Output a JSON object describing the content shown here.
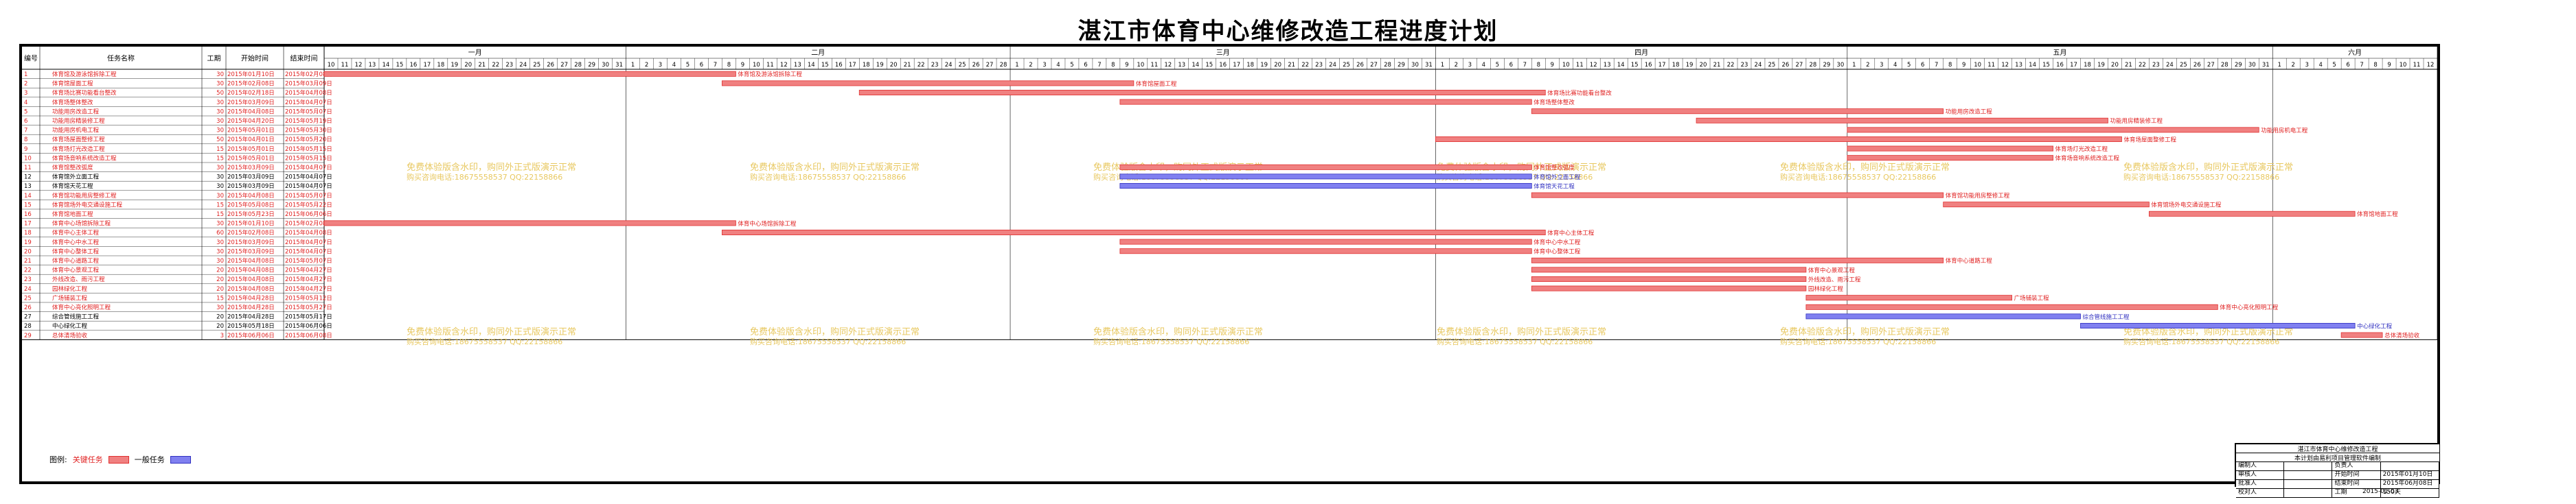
{
  "page_title": "湛江市体育中心维修改造工程进度计划",
  "table_headers": {
    "id": "编号",
    "name": "任务名称",
    "duration": "工期",
    "start": "开始时间",
    "end": "结束时间"
  },
  "watermark": {
    "line1": "免费体验版含水印，购同外正式版演示正常",
    "line2": "购买咨询电话:18675558537 QQ:22158866"
  },
  "legend": {
    "label": "图例:",
    "critical": "关键任务",
    "normal": "一般任务"
  },
  "title_block": {
    "project": "湛江市体育中心维修改造工程",
    "subtitle": "本计划由易利项目管理软件编制",
    "rows": [
      [
        "编制人",
        "",
        "负责人",
        ""
      ],
      [
        "审核人",
        "",
        "开始时间",
        "2015年01月10日"
      ],
      [
        "批准人",
        "",
        "结束时间",
        "2015年06月08日"
      ],
      [
        "校对人",
        "",
        "工期",
        "150天"
      ]
    ],
    "date": "2015-01-03"
  },
  "colors": {
    "critical_fill": "#f08080",
    "critical_stroke": "#e03030",
    "normal_fill": "#8080f0",
    "normal_stroke": "#3030c0",
    "watermark": "#e8c860",
    "task_text_critical": "#e02020",
    "task_text_normal": "#000000"
  },
  "chart_data": {
    "type": "gantt",
    "months": [
      {
        "label": "一月",
        "days": [
          10,
          11,
          12,
          13,
          14,
          15,
          16,
          17,
          18,
          19,
          20,
          21,
          22,
          23,
          24,
          25,
          26,
          27,
          28,
          29,
          30,
          31
        ]
      },
      {
        "label": "二月",
        "days": [
          1,
          2,
          3,
          4,
          5,
          6,
          7,
          8,
          9,
          10,
          11,
          12,
          13,
          14,
          15,
          16,
          17,
          18,
          19,
          20,
          21,
          22,
          23,
          24,
          25,
          26,
          27,
          28
        ]
      },
      {
        "label": "三月",
        "days": [
          1,
          2,
          3,
          4,
          5,
          6,
          7,
          8,
          9,
          10,
          11,
          12,
          13,
          14,
          15,
          16,
          17,
          18,
          19,
          20,
          21,
          22,
          23,
          24,
          25,
          26,
          27,
          28,
          29,
          30,
          31
        ]
      },
      {
        "label": "四月",
        "days": [
          1,
          2,
          3,
          4,
          5,
          6,
          7,
          8,
          9,
          10,
          11,
          12,
          13,
          14,
          15,
          16,
          17,
          18,
          19,
          20,
          21,
          22,
          23,
          24,
          25,
          26,
          27,
          28,
          29,
          30
        ]
      },
      {
        "label": "五月",
        "days": [
          1,
          2,
          3,
          4,
          5,
          6,
          7,
          8,
          9,
          10,
          11,
          12,
          13,
          14,
          15,
          16,
          17,
          18,
          19,
          20,
          21,
          22,
          23,
          24,
          25,
          26,
          27,
          28,
          29,
          30,
          31
        ]
      },
      {
        "label": "六月",
        "days": [
          1,
          2,
          3,
          4,
          5,
          6,
          7,
          8,
          9,
          10,
          11,
          12
        ]
      }
    ],
    "tasks": [
      {
        "id": "1",
        "name": "体育馆及游泳馆拆除工程",
        "duration": 30,
        "start": "2015年01月10日",
        "end": "2015年02月08日",
        "critical": true
      },
      {
        "id": "2",
        "name": "体育馆屋面工程",
        "duration": 30,
        "start": "2015年02月08日",
        "end": "2015年03月09日",
        "critical": true
      },
      {
        "id": "3",
        "name": "体育场比赛功能看台整改",
        "duration": 50,
        "start": "2015年02月18日",
        "end": "2015年04月08日",
        "critical": true
      },
      {
        "id": "4",
        "name": "体育场整体整改",
        "duration": 30,
        "start": "2015年03月09日",
        "end": "2015年04月07日",
        "critical": true
      },
      {
        "id": "5",
        "name": "功能用房改造工程",
        "duration": 30,
        "start": "2015年04月08日",
        "end": "2015年05月07日",
        "critical": true
      },
      {
        "id": "6",
        "name": "功能用房精装修工程",
        "duration": 30,
        "start": "2015年04月20日",
        "end": "2015年05月19日",
        "critical": true
      },
      {
        "id": "7",
        "name": "功能用房机电工程",
        "duration": 30,
        "start": "2015年05月01日",
        "end": "2015年05月30日",
        "critical": true
      },
      {
        "id": "8",
        "name": "体育场屋面整修工程",
        "duration": 50,
        "start": "2015年04月01日",
        "end": "2015年05月20日",
        "critical": true
      },
      {
        "id": "9",
        "name": "体育场灯光改造工程",
        "duration": 15,
        "start": "2015年05月01日",
        "end": "2015年05月15日",
        "critical": true
      },
      {
        "id": "10",
        "name": "体育场音响系统改造工程",
        "duration": 15,
        "start": "2015年05月01日",
        "end": "2015年05月15日",
        "critical": true
      },
      {
        "id": "11",
        "name": "体育馆整改弧度",
        "duration": 30,
        "start": "2015年03月09日",
        "end": "2015年04月07日",
        "critical": true
      },
      {
        "id": "12",
        "name": "体育馆外立面工程",
        "duration": 30,
        "start": "2015年03月09日",
        "end": "2015年04月07日",
        "critical": false
      },
      {
        "id": "13",
        "name": "体育馆天花工程",
        "duration": 30,
        "start": "2015年03月09日",
        "end": "2015年04月07日",
        "critical": false
      },
      {
        "id": "14",
        "name": "体育馆功能用房整修工程",
        "duration": 30,
        "start": "2015年04月08日",
        "end": "2015年05月07日",
        "critical": true
      },
      {
        "id": "15",
        "name": "体育馆场外电交通设施工程",
        "duration": 15,
        "start": "2015年05月08日",
        "end": "2015年05月22日",
        "critical": true
      },
      {
        "id": "16",
        "name": "体育馆地面工程",
        "duration": 15,
        "start": "2015年05月23日",
        "end": "2015年06月06日",
        "critical": true
      },
      {
        "id": "17",
        "name": "体育中心场馆拆除工程",
        "duration": 30,
        "start": "2015年01月10日",
        "end": "2015年02月08日",
        "critical": true
      },
      {
        "id": "18",
        "name": "体育中心主体工程",
        "duration": 60,
        "start": "2015年02月08日",
        "end": "2015年04月08日",
        "critical": true
      },
      {
        "id": "19",
        "name": "体育中心中水工程",
        "duration": 30,
        "start": "2015年03月09日",
        "end": "2015年04月07日",
        "critical": true
      },
      {
        "id": "20",
        "name": "体育中心整体工程",
        "duration": 30,
        "start": "2015年03月09日",
        "end": "2015年04月07日",
        "critical": true
      },
      {
        "id": "21",
        "name": "体育中心道路工程",
        "duration": 30,
        "start": "2015年04月08日",
        "end": "2015年05月07日",
        "critical": true
      },
      {
        "id": "22",
        "name": "体育中心景观工程",
        "duration": 20,
        "start": "2015年04月08日",
        "end": "2015年04月27日",
        "critical": true
      },
      {
        "id": "23",
        "name": "外线改造、雨污工程",
        "duration": 20,
        "start": "2015年04月08日",
        "end": "2015年04月27日",
        "critical": true
      },
      {
        "id": "24",
        "name": "园林绿化工程",
        "duration": 20,
        "start": "2015年04月08日",
        "end": "2015年04月27日",
        "critical": true
      },
      {
        "id": "25",
        "name": "广场铺装工程",
        "duration": 15,
        "start": "2015年04月28日",
        "end": "2015年05月12日",
        "critical": true
      },
      {
        "id": "26",
        "name": "体育中心亮化照明工程",
        "duration": 30,
        "start": "2015年04月28日",
        "end": "2015年05月27日",
        "critical": true
      },
      {
        "id": "27",
        "name": "综合管线施工工程",
        "duration": 20,
        "start": "2015年04月28日",
        "end": "2015年05月17日",
        "critical": false
      },
      {
        "id": "28",
        "name": "中心绿化工程",
        "duration": 20,
        "start": "2015年05月18日",
        "end": "2015年06月06日",
        "critical": false
      },
      {
        "id": "29",
        "name": "总体清场验收",
        "duration": 3,
        "start": "2015年06月06日",
        "end": "2015年06月08日",
        "critical": true
      }
    ]
  }
}
